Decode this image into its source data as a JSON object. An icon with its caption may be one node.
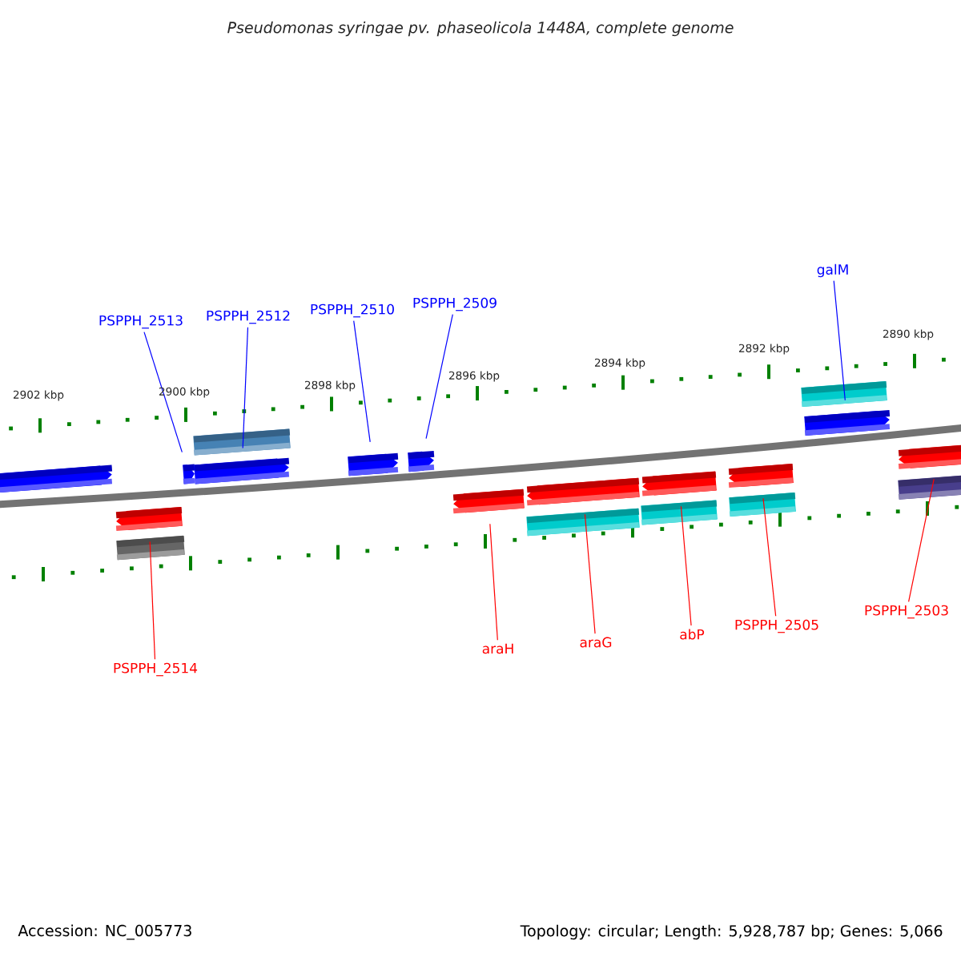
{
  "diagram": {
    "title": "Pseudomonas syringae pv. phaseolicola 1448A, complete genome",
    "nodes": [
      {
        "text": [
          "PSPPH_2513"
        ]
      },
      {
        "text": [
          "PSPPH_2512"
        ]
      },
      {
        "text": [
          "PSPPH_2510"
        ]
      },
      {
        "text": [
          "PSPPH_2509"
        ]
      },
      {
        "text": [
          "galM"
        ]
      },
      {
        "text": [
          "PSPPH_2514"
        ]
      },
      {
        "text": [
          "araH"
        ]
      },
      {
        "text": [
          "araG"
        ]
      },
      {
        "text": [
          "abP"
        ]
      },
      {
        "text": [
          "PSPPH_2505"
        ]
      },
      {
        "text": [
          "PSPPH_2503"
        ]
      },
      {
        "text": [],
        "shape": "arrow"
      },
      {
        "text": [],
        "shape": "arrow"
      },
      {
        "text": [],
        "shape": "arrow"
      },
      {
        "text": [],
        "shape": "arrow"
      },
      {
        "text": [],
        "shape": "arrow"
      },
      {
        "text": [],
        "shape": "arrow"
      },
      {
        "text": [],
        "shape": "arrow"
      },
      {
        "text": [],
        "shape": "arrow"
      },
      {
        "text": [],
        "shape": "arrow"
      },
      {
        "text": [],
        "shape": "arrow"
      },
      {
        "text": [],
        "shape": "arrow"
      }
    ],
    "edges": [
      {
        "from": 0,
        "to": 11,
        "arrow": "none",
        "color": "#0000ff"
      },
      {
        "from": 1,
        "to": 12,
        "arrow": "none",
        "color": "#0000ff"
      },
      {
        "from": 2,
        "to": 13,
        "arrow": "none",
        "color": "#0000ff"
      },
      {
        "from": 3,
        "to": 14,
        "arrow": "none",
        "color": "#0000ff"
      },
      {
        "from": 4,
        "to": 15,
        "arrow": "none",
        "color": "#0000ff"
      },
      {
        "from": 5,
        "to": 16,
        "arrow": "none"
      },
      {
        "from": 6,
        "to": 17,
        "arrow": "none"
      },
      {
        "from": 7,
        "to": 18,
        "arrow": "none"
      },
      {
        "from": 8,
        "to": 19,
        "arrow": "none"
      },
      {
        "from": 9,
        "to": 20,
        "arrow": "none"
      },
      {
        "from": 10,
        "to": 21,
        "arrow": "none"
      }
    ],
    "labels": [
      "2902 kbp",
      "2900 kbp",
      "2898 kbp",
      "2896 kbp",
      "2894 kbp",
      "2892 kbp",
      "2890 kbp",
      "Accession: NC_005773",
      "Topology: circular; Length: 5,928,787 bp; Genes: 5,066"
    ]
  }
}
